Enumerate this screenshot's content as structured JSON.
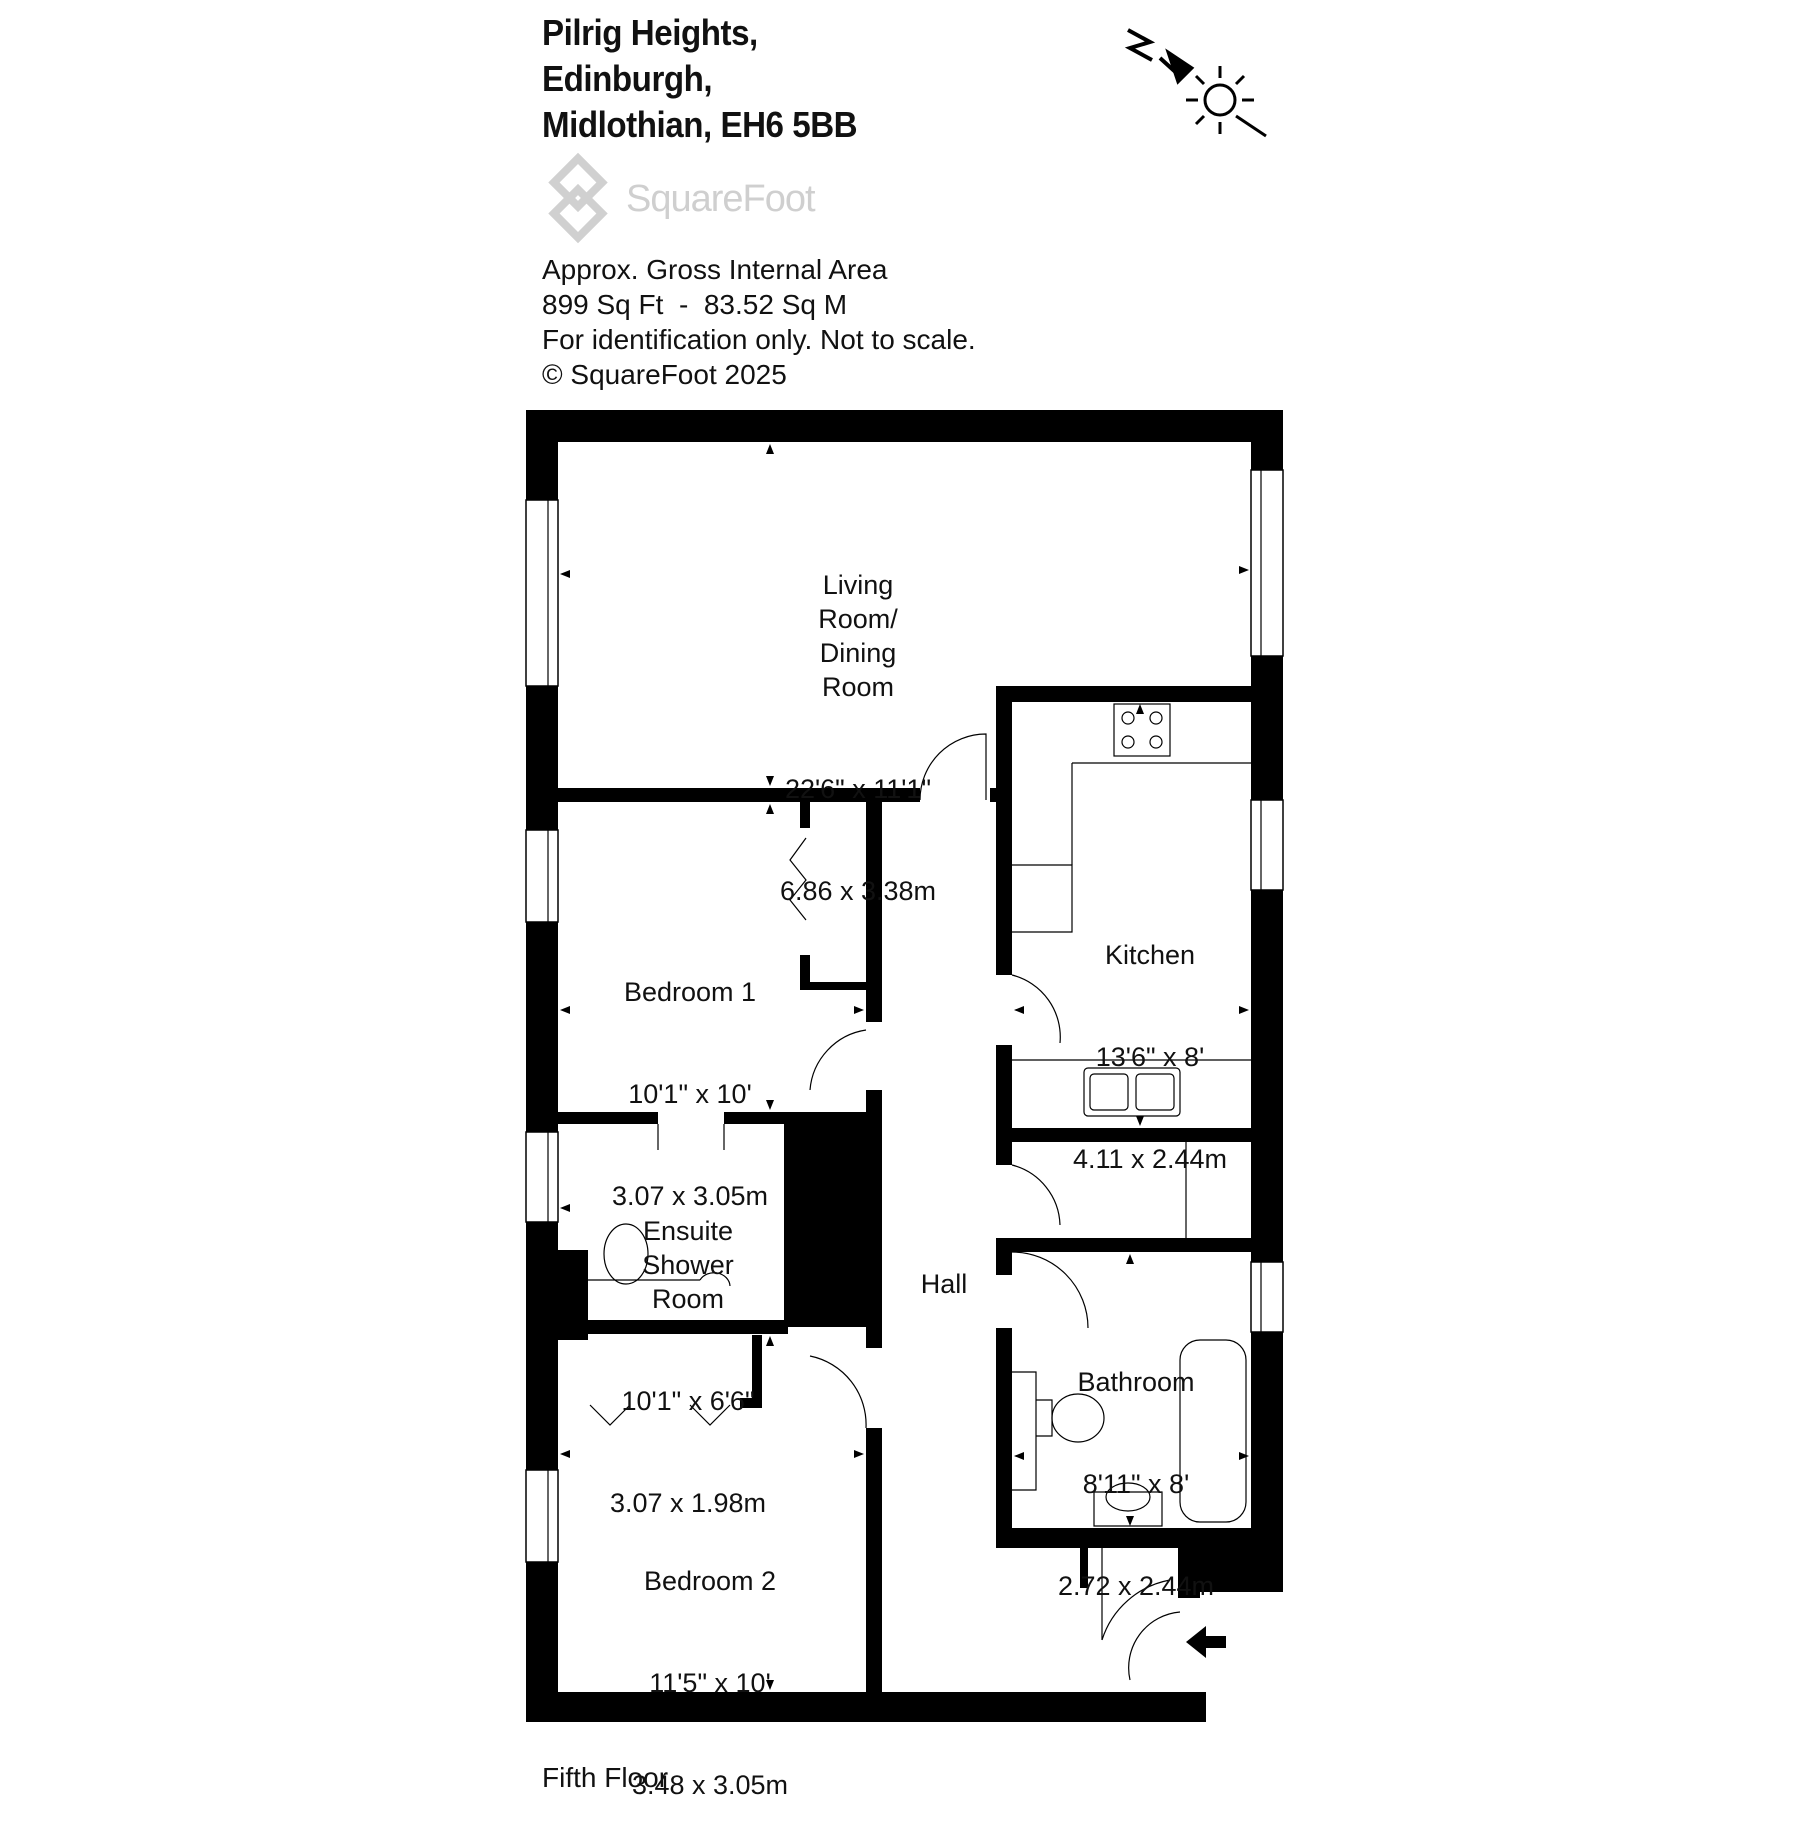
{
  "address": {
    "line1": "Pilrig Heights,",
    "line2": "Edinburgh,",
    "line3": "Midlothian, EH6 5BB"
  },
  "brand": {
    "name": "SquareFoot"
  },
  "area": {
    "label": "Approx. Gross Internal Area",
    "value": "899 Sq Ft  -  83.52 Sq M",
    "disclaimer": "For identification only. Not to scale.",
    "copyright": "© SquareFoot 2025"
  },
  "compass": {
    "north_label": "N",
    "icon": "compass-sun-icon"
  },
  "rooms": {
    "living": {
      "name": "Living\nRoom/\nDining\nRoom",
      "imperial": "22'6\" x 11'1\"",
      "metric": "6.86 x 3.38m"
    },
    "bedroom1": {
      "name": "Bedroom 1",
      "imperial": "10'1\" x 10'",
      "metric": "3.07 x 3.05m"
    },
    "kitchen": {
      "name": "Kitchen",
      "imperial": "13'6\" x 8'",
      "metric": "4.11 x 2.44m"
    },
    "ensuite": {
      "name": "Ensuite\nShower\nRoom",
      "imperial": "10'1\" x 6'6\"",
      "metric": "3.07 x 1.98m"
    },
    "hall": {
      "name": "Hall"
    },
    "bathroom": {
      "name": "Bathroom",
      "imperial": "8'11\" x 8'",
      "metric": "2.72 x 2.44m"
    },
    "bedroom2": {
      "name": "Bedroom 2",
      "imperial": "11'5\" x 10'",
      "metric": "3.48 x 3.05m"
    }
  },
  "floor": {
    "label": "Fifth Floor"
  },
  "colors": {
    "wall": "#000000",
    "window": "#ffffff",
    "logo": "#cfcfcf"
  }
}
